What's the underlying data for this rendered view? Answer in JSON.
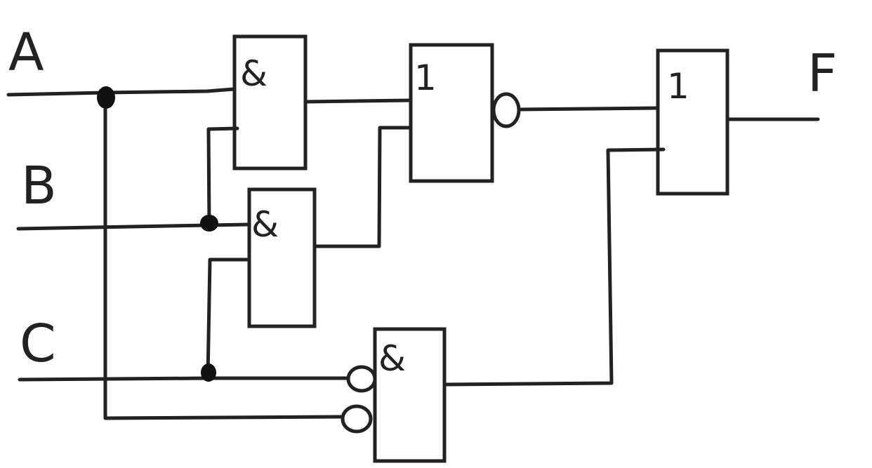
{
  "inputs": {
    "a": "A",
    "b": "B",
    "c": "C"
  },
  "output": {
    "f": "F"
  },
  "gates": {
    "and1": "&",
    "and2": "&",
    "and3": "&",
    "nor": "1",
    "or": "1"
  },
  "colors": {
    "line": "#222222",
    "background": "#ffffff"
  }
}
